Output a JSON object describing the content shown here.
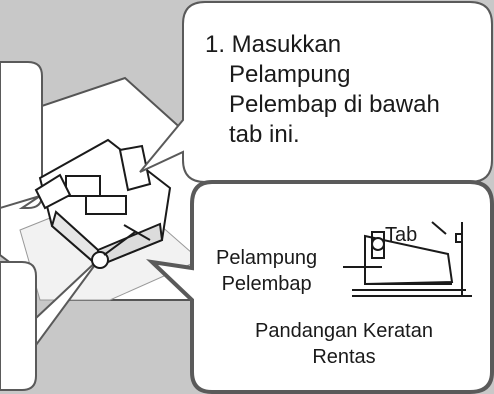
{
  "callout_step": {
    "line1": "1. Masukkan",
    "line2": "Pelampung",
    "line3": "Pelembap di bawah",
    "line4": "tab ini."
  },
  "section_view": {
    "tab_label": "Tab",
    "float_label_line1": "Pelampung",
    "float_label_line2": "Pelembap",
    "caption_line1": "Pandangan Keratan",
    "caption_line2": "Rentas"
  },
  "colors": {
    "background": "#c8c8c8",
    "bubble_fill": "#ffffff",
    "bubble_border": "#5a5a5a",
    "line": "#1a1a1a"
  }
}
